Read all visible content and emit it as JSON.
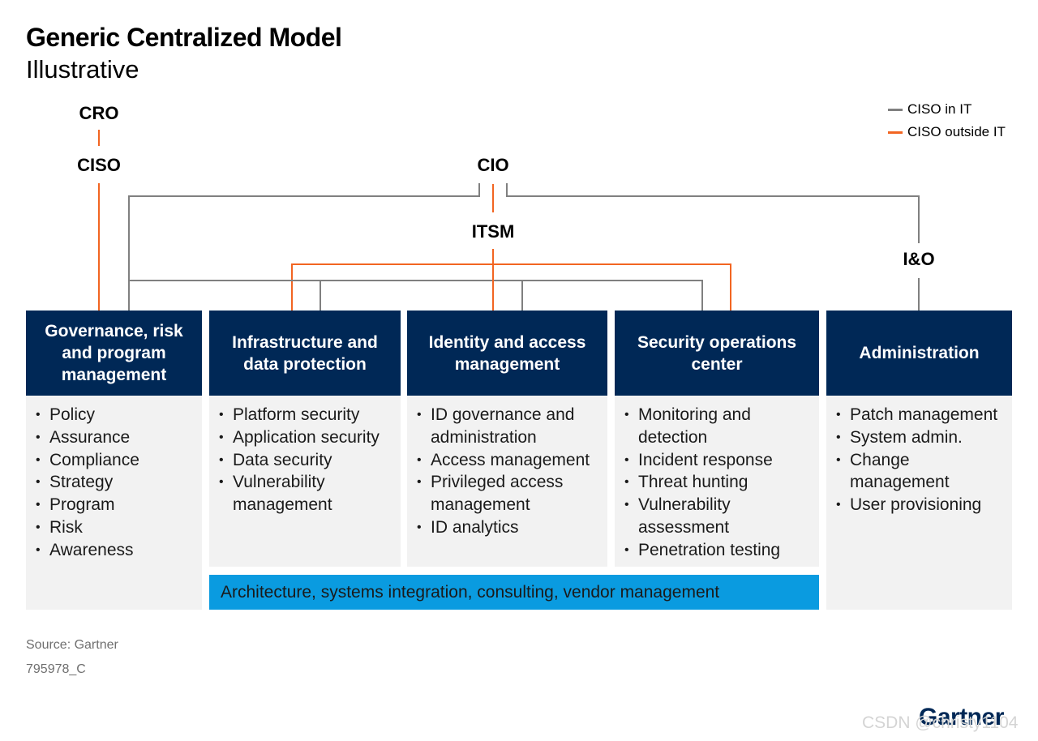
{
  "header": {
    "title": "Generic Centralized Model",
    "subtitle": "Illustrative"
  },
  "legend": {
    "items": [
      {
        "label": "CISO in IT",
        "color": "#808080"
      },
      {
        "label": "CISO outside IT",
        "color": "#f26522"
      }
    ]
  },
  "roles": {
    "cro": "CRO",
    "ciso": "CISO",
    "cio": "CIO",
    "itsm": "ITSM",
    "io": "I&O"
  },
  "columns": [
    {
      "header": "Governance, risk and program management",
      "items": [
        "Policy",
        "Assurance",
        "Compliance",
        "Strategy",
        "Program",
        "Risk",
        "Awareness"
      ]
    },
    {
      "header": "Infrastructure and data protection",
      "items": [
        "Platform security",
        "Application security",
        "Data security",
        "Vulnerability management"
      ]
    },
    {
      "header": "Identity and access management",
      "items": [
        "ID governance and administration",
        "Access management",
        "Privileged access management",
        "ID analytics"
      ]
    },
    {
      "header": "Security operations center",
      "items": [
        "Monitoring and detection",
        "Incident response",
        "Threat hunting",
        "Vulnerability assessment",
        "Penetration testing"
      ]
    },
    {
      "header": "Administration",
      "items": [
        "Patch management",
        "System admin.",
        "Change management",
        "User provisioning"
      ]
    }
  ],
  "band": {
    "label": "Architecture, systems integration, consulting, vendor management"
  },
  "footer": {
    "source": "Source: Gartner",
    "id": "795978_C",
    "brand": "Gartner",
    "watermark": "CSDN @christy1104"
  },
  "colors": {
    "navy": "#002856",
    "gray_line": "#808080",
    "orange_line": "#f26522",
    "band_blue": "#0a9be0",
    "body_gray": "#f2f2f2"
  }
}
